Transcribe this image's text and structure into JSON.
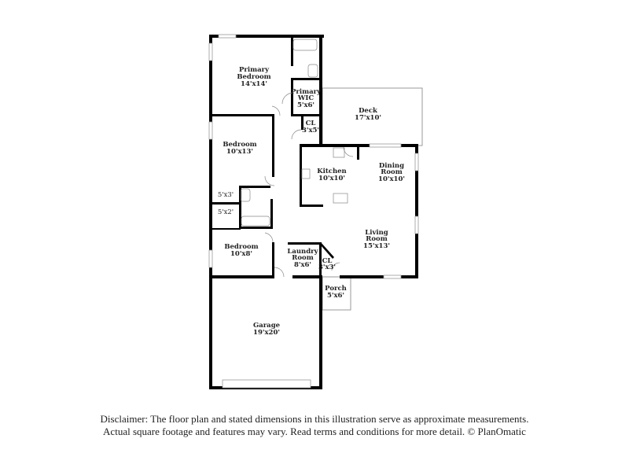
{
  "rooms": {
    "primary_bedroom": {
      "name1": "Primary",
      "name2": "Bedroom",
      "dims": "14'x14'"
    },
    "primary_wic": {
      "name1": "Primary",
      "name2": "WIC",
      "dims": "5'x6'"
    },
    "deck": {
      "name": "Deck",
      "dims": "17'x10'"
    },
    "cl_top": {
      "name": "CL",
      "dims": "3'x5'"
    },
    "bedroom_1": {
      "name": "Bedroom",
      "dims": "10'x13'"
    },
    "kitchen": {
      "name": "Kitchen",
      "dims": "10'x10'"
    },
    "dining": {
      "name1": "Dining",
      "name2": "Room",
      "dims": "10'x10'"
    },
    "closet_a": {
      "dims": "5'x3'"
    },
    "closet_b": {
      "dims": "5'x2'"
    },
    "living": {
      "name1": "Living",
      "name2": "Room",
      "dims": "15'x13'"
    },
    "bedroom_2": {
      "name": "Bedroom",
      "dims": "10'x8'"
    },
    "laundry": {
      "name1": "Laundry",
      "name2": "Room",
      "dims": "8'x6'"
    },
    "cl_bottom": {
      "name": "CL",
      "dims": "3'x3'"
    },
    "porch": {
      "name": "Porch",
      "dims": "5'x6'"
    },
    "garage": {
      "name": "Garage",
      "dims": "19'x20'"
    }
  },
  "disclaimer": {
    "line1": "Disclaimer: The floor plan and stated dimensions in this illustration serve as approximate measurements.",
    "line2": "Actual square footage and features may vary. Read terms and conditions for more detail. © PlanOmatic"
  }
}
